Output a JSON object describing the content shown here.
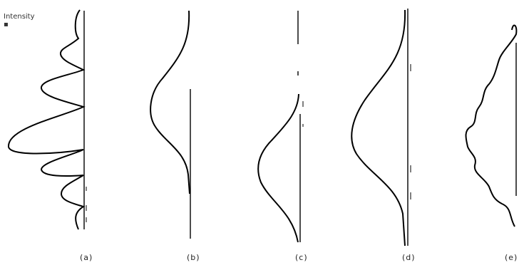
{
  "figure": {
    "axis_title": "Intensity",
    "panels": [
      {
        "id": "a",
        "label": "(a)"
      },
      {
        "id": "b",
        "label": "(b)"
      },
      {
        "id": "c",
        "label": "(c)"
      },
      {
        "id": "d",
        "label": "(d)"
      },
      {
        "id": "e",
        "label": "(e)"
      }
    ]
  }
}
